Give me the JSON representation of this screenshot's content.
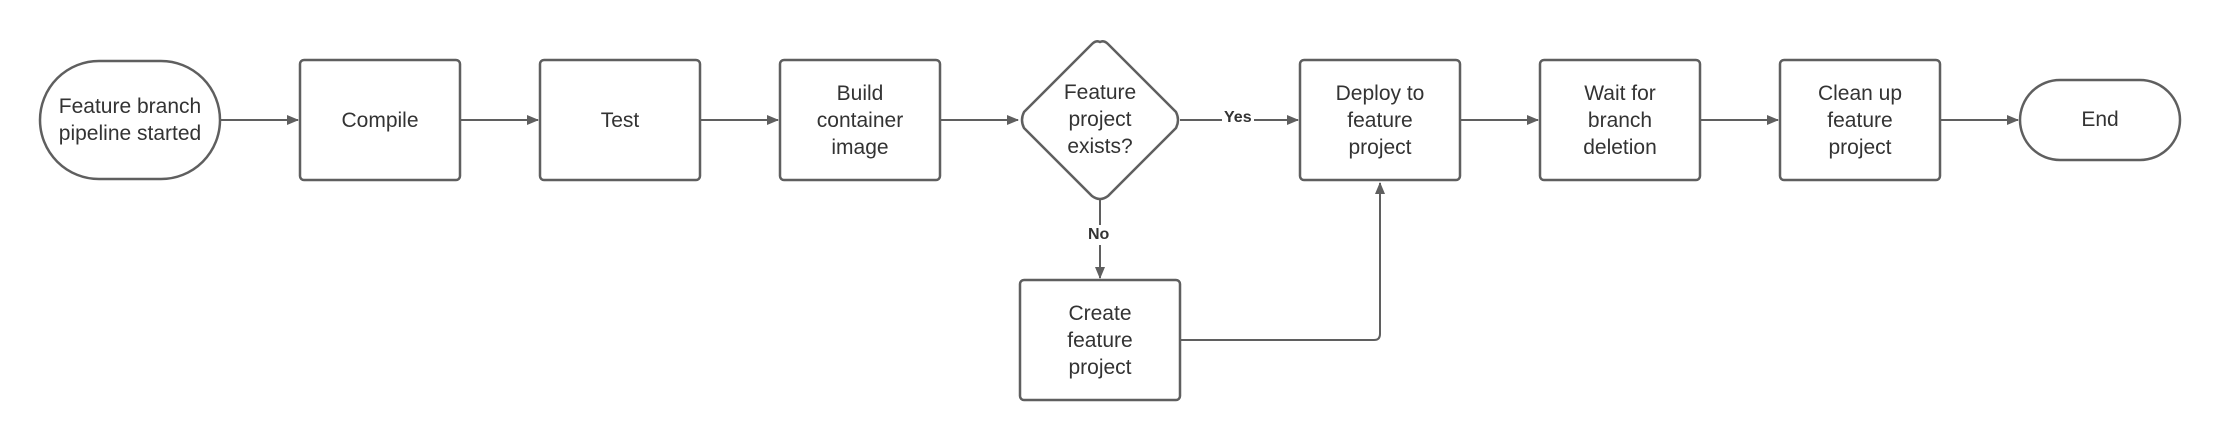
{
  "nodes": {
    "start": [
      "Feature branch",
      "pipeline started"
    ],
    "compile": [
      "Compile"
    ],
    "test": [
      "Test"
    ],
    "build": [
      "Build",
      "container",
      "image"
    ],
    "decision": [
      "Feature",
      "project",
      "exists?"
    ],
    "deploy": [
      "Deploy to",
      "feature",
      "project"
    ],
    "wait": [
      "Wait for",
      "branch",
      "deletion"
    ],
    "cleanup": [
      "Clean up",
      "feature",
      "project"
    ],
    "end": [
      "End"
    ],
    "create": [
      "Create",
      "feature",
      "project"
    ]
  },
  "edge_labels": {
    "yes": "Yes",
    "no": "No"
  },
  "colors": {
    "stroke": "#5f5f5f",
    "text": "#333333",
    "background": "#ffffff"
  }
}
